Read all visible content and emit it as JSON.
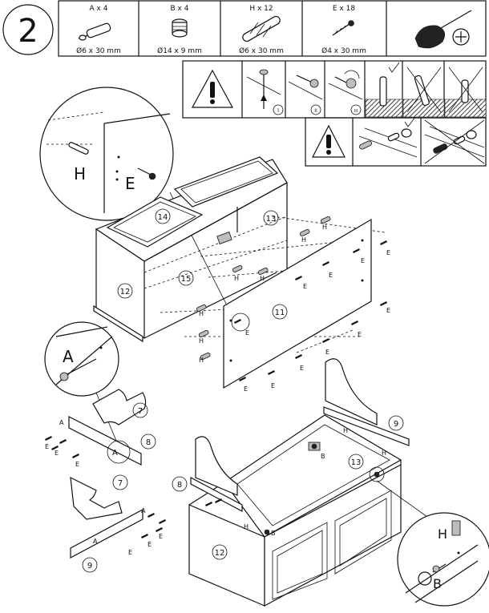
{
  "step": {
    "number": "2"
  },
  "parts_table": [
    {
      "label": "A x 4",
      "size": "Ø6 x 30 mm",
      "icon": "cam-bolt-icon"
    },
    {
      "label": "B x 4",
      "size": "Ø14 x 9 mm",
      "icon": "cam-lock-icon"
    },
    {
      "label": "H x 12",
      "size": "Ø6 x 30 mm",
      "icon": "wooden-dowel-icon"
    },
    {
      "label": "E x 18",
      "size": "Ø4 x 30 mm",
      "icon": "screw-icon"
    },
    {
      "label": "",
      "size": "",
      "icon": "phillips-screwdriver-icon"
    }
  ],
  "instruction_panel": {
    "steps": [
      "I",
      "II",
      "III"
    ]
  },
  "part_numbers": {
    "p14": "14",
    "p13": "13",
    "p15": "15",
    "p12_top": "12",
    "p11": "11",
    "p7_a": "7",
    "p8_a": "8",
    "p7_b": "7",
    "p9_a": "9",
    "p9_b": "9",
    "p13_b": "13",
    "p8_b": "8",
    "p12_b": "12"
  },
  "labels": {
    "H": "H",
    "E": "E",
    "A": "A",
    "B": "B"
  }
}
